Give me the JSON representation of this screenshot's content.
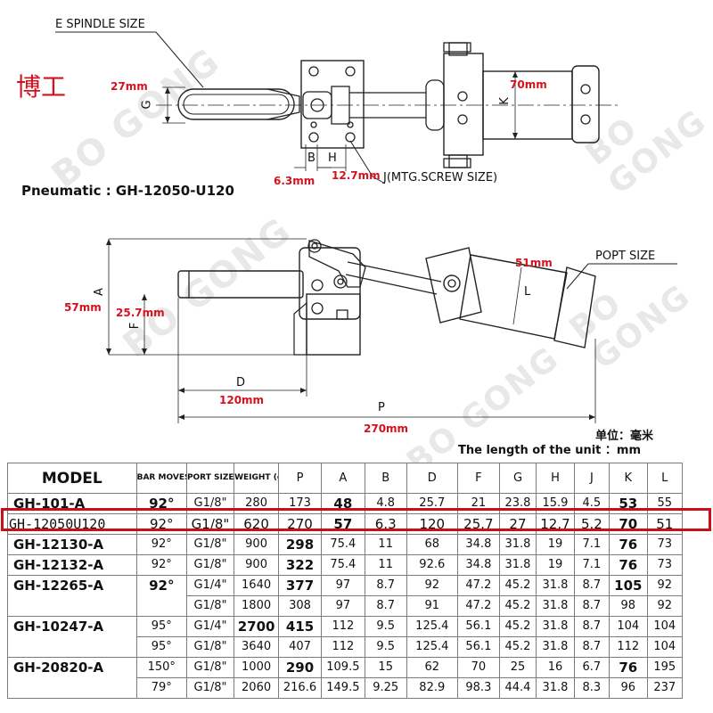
{
  "brand": {
    "chinese": "博工",
    "watermark": "BO GONG"
  },
  "top_view": {
    "spindle_label": "E SPINDLE SIZE",
    "g_label": "G",
    "g_value": "27mm",
    "k_label": "K",
    "k_value": "70mm",
    "b_label": "B",
    "h_label": "H",
    "b_value": "6.3mm",
    "h_value": "12.7mm",
    "screw_label": "J(MTG.SCREW SIZE)",
    "model_line": "Pneumatic : GH-12050-U120"
  },
  "side_view": {
    "a_label": "A",
    "a_value": "57mm",
    "f_label": "F",
    "f_value": "25.7mm",
    "d_label": "D",
    "d_value": "120mm",
    "p_label": "P",
    "p_value": "270mm",
    "l_label": "L",
    "l_value": "51mm",
    "port_label": "POPT SIZE"
  },
  "unit_note": {
    "cn": "单位：毫米",
    "en": "The length of the unit ：mm"
  },
  "table": {
    "headers": [
      "MODEL",
      "BAR MOVES",
      "PORT SIZE",
      "WEIGHT (g)",
      "P",
      "A",
      "B",
      "D",
      "F",
      "G",
      "H",
      "J",
      "K",
      "L"
    ],
    "rows": [
      {
        "model": "GH-101-A",
        "bar": "92°",
        "port": "G1/8\"",
        "weight": "280",
        "P": "173",
        "A": "48",
        "B": "4.8",
        "D": "25.7",
        "F": "21",
        "G": "23.8",
        "H": "15.9",
        "J": "4.5",
        "K": "53",
        "L": "55"
      },
      {
        "model": "GH-12050U120",
        "bar": "92°",
        "port": "G1/8\"",
        "weight": "620",
        "P": "270",
        "A": "57",
        "B": "6.3",
        "D": "120",
        "F": "25.7",
        "G": "27",
        "H": "12.7",
        "J": "5.2",
        "K": "70",
        "L": "51"
      },
      {
        "model": "GH-12130-A",
        "bar": "92°",
        "port": "G1/8\"",
        "weight": "900",
        "P": "298",
        "A": "75.4",
        "B": "11",
        "D": "68",
        "F": "34.8",
        "G": "31.8",
        "H": "19",
        "J": "7.1",
        "K": "76",
        "L": "73"
      },
      {
        "model": "GH-12132-A",
        "bar": "92°",
        "port": "G1/8\"",
        "weight": "900",
        "P": "322",
        "A": "75.4",
        "B": "11",
        "D": "92.6",
        "F": "34.8",
        "G": "31.8",
        "H": "19",
        "J": "7.1",
        "K": "76",
        "L": "73"
      },
      {
        "model": "GH-12265-A",
        "bar": "92°",
        "port": "G1/4\"",
        "weight": "1640",
        "P": "377",
        "A": "97",
        "B": "8.7",
        "D": "92",
        "F": "47.2",
        "G": "45.2",
        "H": "31.8",
        "J": "8.7",
        "K": "105",
        "L": "92"
      },
      {
        "model": "",
        "bar": "",
        "port": "G1/8\"",
        "weight": "1800",
        "P": "308",
        "A": "97",
        "B": "8.7",
        "D": "91",
        "F": "47.2",
        "G": "45.2",
        "H": "31.8",
        "J": "8.7",
        "K": "98",
        "L": "92"
      },
      {
        "model": "GH-10247-A",
        "bar": "95°",
        "port": "G1/4\"",
        "weight": "2700",
        "P": "415",
        "A": "112",
        "B": "9.5",
        "D": "125.4",
        "F": "56.1",
        "G": "45.2",
        "H": "31.8",
        "J": "8.7",
        "K": "104",
        "L": "104"
      },
      {
        "model": "",
        "bar": "95°",
        "port": "G1/8\"",
        "weight": "3640",
        "P": "407",
        "A": "112",
        "B": "9.5",
        "D": "125.4",
        "F": "56.1",
        "G": "45.2",
        "H": "31.8",
        "J": "8.7",
        "K": "112",
        "L": "104"
      },
      {
        "model": "GH-20820-A",
        "bar": "150°",
        "port": "G1/8\"",
        "weight": "1000",
        "P": "290",
        "A": "109.5",
        "B": "15",
        "D": "62",
        "F": "70",
        "G": "25",
        "H": "16",
        "J": "6.7",
        "K": "76",
        "L": "195"
      },
      {
        "model": "",
        "bar": "79°",
        "port": "G1/8\"",
        "weight": "2060",
        "P": "216.6",
        "A": "149.5",
        "B": "9.25",
        "D": "82.9",
        "F": "98.3",
        "G": "44.4",
        "H": "31.8",
        "J": "8.3",
        "K": "96",
        "L": "237"
      }
    ]
  },
  "colors": {
    "annotation_red": "#d4121e",
    "highlight_red": "#c8101a",
    "line": "#222222"
  }
}
